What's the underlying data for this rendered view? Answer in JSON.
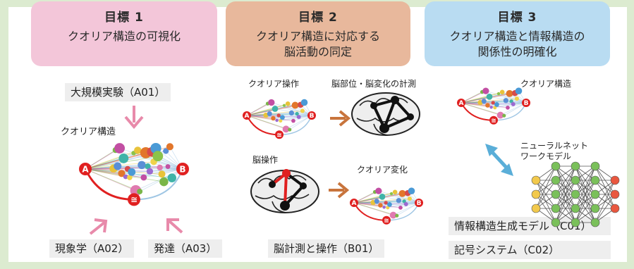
{
  "goals": [
    {
      "title": "目標 1",
      "subtitle": "クオリア構造の可視化"
    },
    {
      "title": "目標 2",
      "subtitle": "クオリア構造に対応する\n脳活動の同定"
    },
    {
      "title": "目標 3",
      "subtitle": "クオリア構造と情報構造の\n関係性の明確化"
    }
  ],
  "col1": {
    "experiment": "大規模実験（A01）",
    "structure_label": "クオリア構造",
    "phenomenology": "現象学（A02）",
    "development": "発達（A03）",
    "node_a": "A",
    "node_b": "B",
    "node_eq": "≅"
  },
  "col2": {
    "qualia_operation": "クオリア操作",
    "brain_measure": "脳部位・脳変化の計測",
    "brain_operation": "脳操作",
    "qualia_change": "クオリア変化",
    "bottom": "脳計測と操作（B01）"
  },
  "col3": {
    "structure_label": "クオリア構造",
    "nn_model": "ニューラルネット\nワークモデル",
    "gen_model": "情報構造生成モデル（C01）",
    "symbol_system": "記号システム（C02）"
  },
  "colors": {
    "pink_header": "#f3c6d9",
    "orange_header": "#e8b89c",
    "blue_header": "#b9dcf2",
    "pink_arrow": "#e88aaa",
    "orange_arrow": "#c8743c",
    "blue_arrow": "#5aaed8",
    "node_red": "#e02020"
  }
}
